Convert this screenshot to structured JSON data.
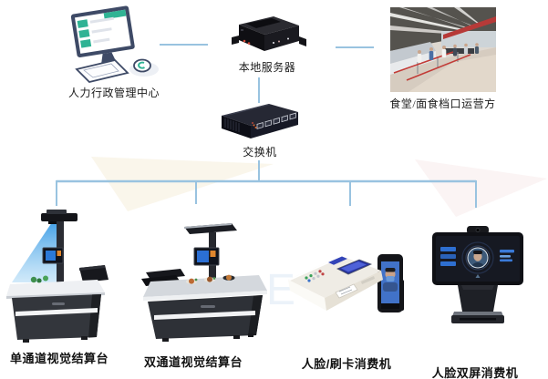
{
  "diagram": {
    "nodes": {
      "hr_center": {
        "label": "人力行政管理中心"
      },
      "local_server": {
        "label": "本地服务器"
      },
      "canteen": {
        "label": "食堂/面食档口运营方"
      },
      "switch": {
        "label": "交换机"
      }
    },
    "devices": [
      {
        "label": "单通道视觉结算台"
      },
      {
        "label": "双通道视觉结算台"
      },
      {
        "label": "人脸/刷卡消费机"
      },
      {
        "label": "人脸双屏消费机"
      }
    ],
    "watermark": "E",
    "colors": {
      "connector_line": "#99c3e0",
      "scan_cone_blue": "#2f96e4",
      "monitor_teal": "#2fb394",
      "screen_blue": "#2b6fd4",
      "label_text": "#1b1b1b"
    }
  }
}
